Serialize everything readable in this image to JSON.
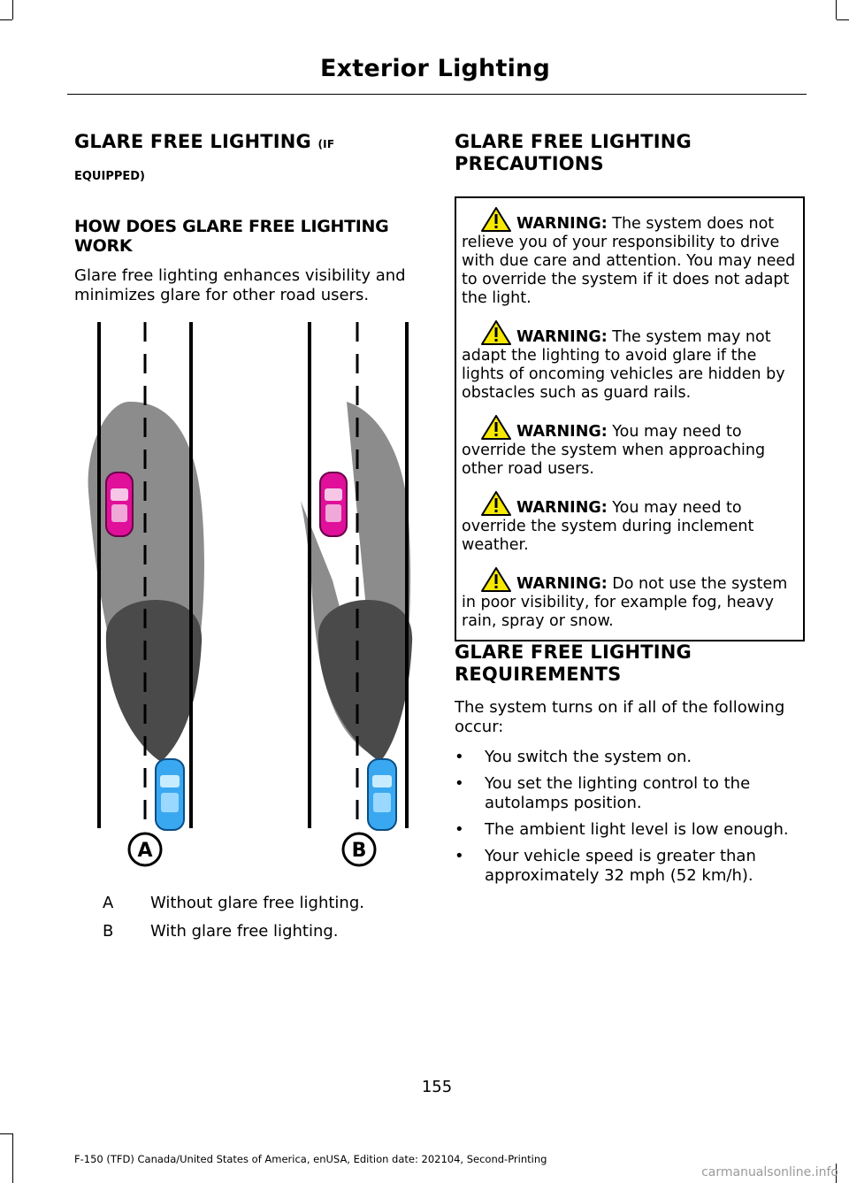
{
  "header": {
    "title": "Exterior Lighting"
  },
  "left": {
    "section_title": "GLARE FREE LIGHTING",
    "section_title_small": "(IF",
    "section_title_cont": "EQUIPPED)",
    "subheading": "HOW DOES GLARE FREE LIGHTING WORK",
    "intro": "Glare free lighting enhances visibility and minimizes glare for other road users.",
    "figure": {
      "label_a": "A",
      "label_b": "B"
    },
    "legend": [
      {
        "key": "A",
        "text": "Without glare free lighting."
      },
      {
        "key": "B",
        "text": "With glare free lighting."
      }
    ]
  },
  "right": {
    "precautions_title": "GLARE FREE LIGHTING PRECAUTIONS",
    "warning_label": "WARNING:",
    "warnings": [
      "The system does not relieve you of your responsibility to drive with due care and attention. You may need to override the system if it does not adapt the light.",
      "The system may not adapt the lighting to avoid glare if the lights of oncoming vehicles are hidden by obstacles such as guard rails.",
      "You may need to override the system when approaching other road users.",
      "You may need to override the system during inclement weather.",
      "Do not use the system in poor visibility, for example fog, heavy rain, spray or snow."
    ],
    "requirements_title": "GLARE FREE LIGHTING REQUIREMENTS",
    "requirements_intro": "The system turns on if all of the following occur:",
    "requirements": [
      "You switch the system on.",
      "You set the lighting control to the autolamps position.",
      "The ambient light level is low enough.",
      "Your vehicle speed is greater than approximately 32 mph (52 km/h)."
    ]
  },
  "footer": {
    "page_number": "155",
    "edition": "F-150 (TFD) Canada/United States of America, enUSA, Edition date: 202104, Second-Printing",
    "watermark": "carmanualsonline.info"
  }
}
